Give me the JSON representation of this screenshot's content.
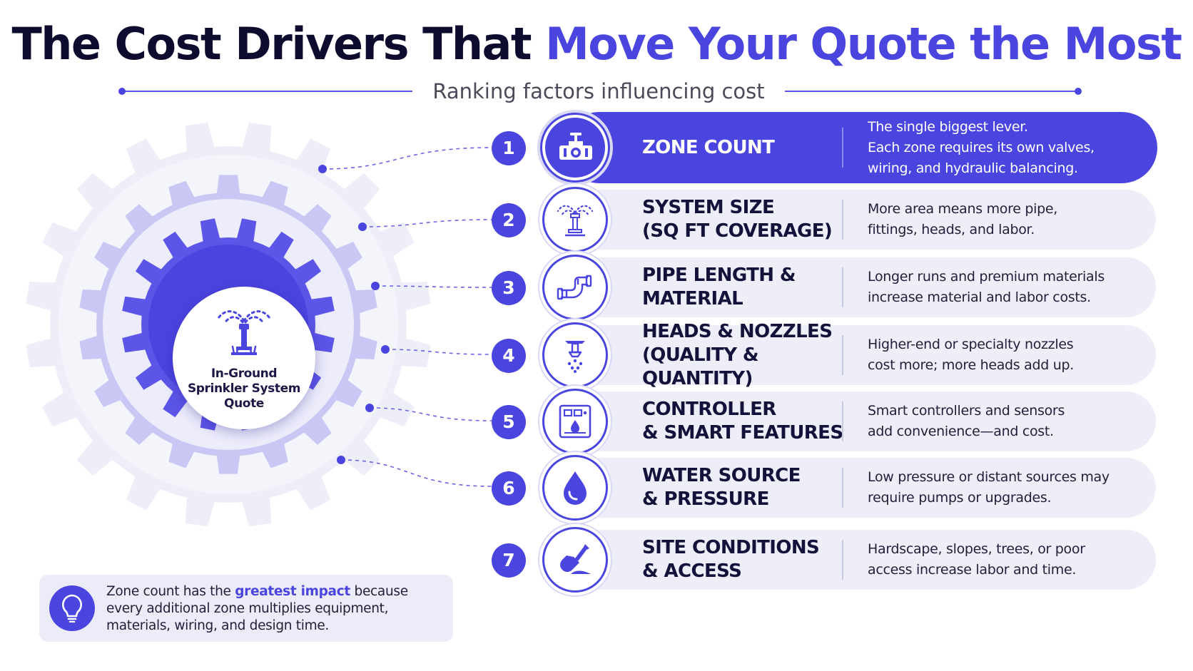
{
  "header": {
    "title_main": "The Cost Drivers That ",
    "title_highlight": "Move Your Quote the Most",
    "subtitle": "Ranking factors influencing cost"
  },
  "center": {
    "label_line1": "In-Ground",
    "label_line2": "Sprinkler System",
    "label_line3": "Quote",
    "icon": "sprinkler-icon"
  },
  "factors": [
    {
      "rank": "1",
      "title": "ZONE COUNT",
      "description": "The single biggest lever.\nEach zone requires its own valves,\nwiring, and hydraulic balancing.",
      "icon": "valve-icon"
    },
    {
      "rank": "2",
      "title": "SYSTEM SIZE\n(SQ FT COVERAGE)",
      "description": "More area means more pipe,\nfittings, heads, and labor.",
      "icon": "sprinkler-icon"
    },
    {
      "rank": "3",
      "title": "PIPE LENGTH &\nMATERIAL",
      "description": "Longer runs and premium materials\nincrease material and labor costs.",
      "icon": "pipe-icon"
    },
    {
      "rank": "4",
      "title": "HEADS & NOZZLES\n(QUALITY & QUANTITY)",
      "description": "Higher-end or specialty nozzles\ncost more; more heads add up.",
      "icon": "nozzle-icon"
    },
    {
      "rank": "5",
      "title": "CONTROLLER\n& SMART FEATURES",
      "description": "Smart controllers and sensors\nadd convenience—and cost.",
      "icon": "controller-icon"
    },
    {
      "rank": "6",
      "title": "WATER SOURCE\n& PRESSURE",
      "description": "Low pressure or distant sources may\nrequire pumps or upgrades.",
      "icon": "water-drop-icon"
    },
    {
      "rank": "7",
      "title": "SITE CONDITIONS\n& ACCESS",
      "description": "Hardscape, slopes, trees, or poor\naccess increase labor and time.",
      "icon": "shovel-icon"
    }
  ],
  "note": {
    "text_before": "Zone count has the ",
    "highlight": "greatest impact",
    "text_after": " because every additional zone multiplies equipment, materials, wiring, and design time.",
    "icon": "lightbulb-icon"
  },
  "colors": {
    "accent": "#4b45e0",
    "dark_text": "#0d0b2e",
    "row_background": "#eeeef9"
  }
}
